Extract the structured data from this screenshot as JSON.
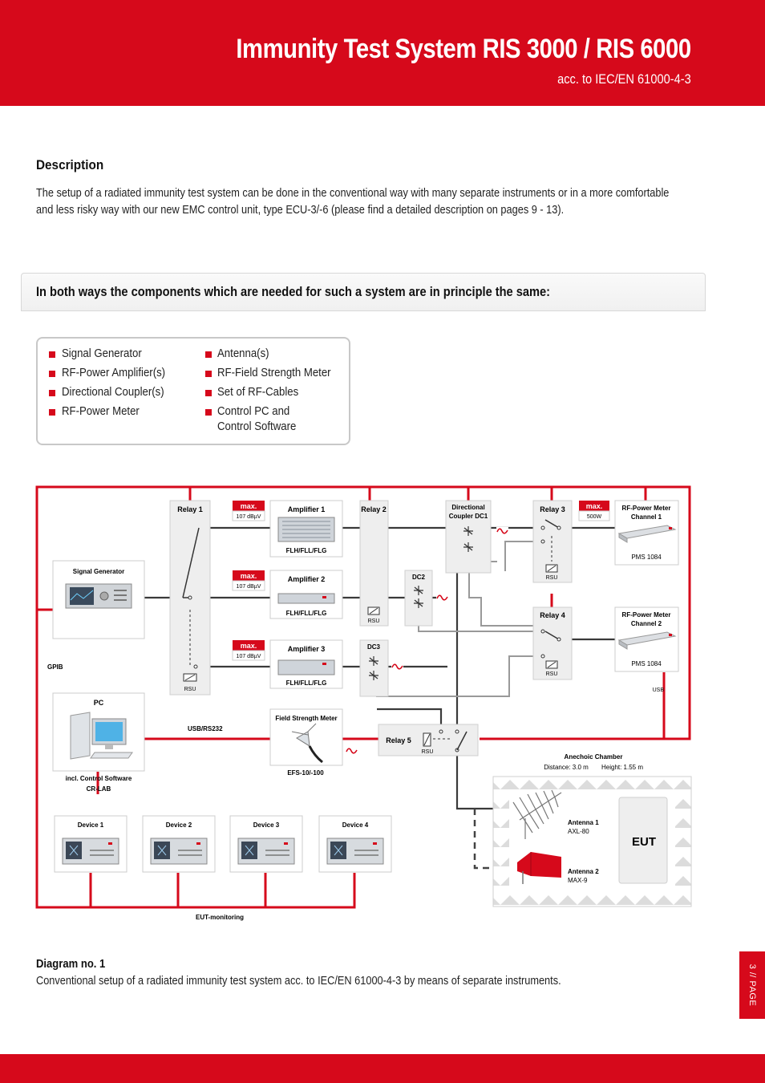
{
  "header": {
    "title": "Immunity Test System RIS 3000 / RIS 6000",
    "subtitle": "acc. to IEC/EN 61000-4-3"
  },
  "description": {
    "heading": "Description",
    "text": "The setup of a radiated immunity test system can be done in the conventional way with many separate instruments or in a more comfortable and less risky way with our new EMC control unit, type ECU-3/-6 (please find a detailed description on pages 9 - 13)."
  },
  "banner": {
    "text": "In both ways the components which are needed for such a system are in principle the same:"
  },
  "components": {
    "left": [
      "Signal Generator",
      "RF-Power Amplifier(s)",
      "Directional Coupler(s)",
      "RF-Power Meter"
    ],
    "right": [
      "Antenna(s)",
      "RF-Field Strength Meter",
      "Set of RF-Cables",
      "Control PC and",
      "Control Software"
    ]
  },
  "diagram": {
    "relay1": "Relay 1",
    "relay2": "Relay 2",
    "relay3": "Relay 3",
    "relay4": "Relay 4",
    "relay5": "Relay 5",
    "rsu": "RSU",
    "max": "max.",
    "max_dbuv": "107 dBµV",
    "max_watt": "500W",
    "amp1": "Amplifier 1",
    "amp2": "Amplifier 2",
    "amp3": "Amplifier 3",
    "amp_model": "FLH/FLL/FLG",
    "coupler": [
      "Directional",
      "Coupler DC1"
    ],
    "dc2": "DC2",
    "dc3": "DC3",
    "pm1": [
      "RF-Power Meter",
      "Channel 1"
    ],
    "pm2": [
      "RF-Power Meter",
      "Channel 2"
    ],
    "pms": "PMS 1084",
    "usb": "USB",
    "sig_gen": "Signal Generator",
    "gpib": "GPIB",
    "pc": "PC",
    "pc_sw": [
      "incl. Control Software",
      "CR-LAB"
    ],
    "usb_rs232": "USB/RS232",
    "fsm": "Field Strength Meter",
    "fsm_model": "EFS-10/-100",
    "devices": [
      "Device 1",
      "Device 2",
      "Device 3",
      "Device 4"
    ],
    "eut_mon": "EUT-monitoring",
    "chamber": "Anechoic Chamber",
    "distance": "Distance: 3.0 m",
    "height": "Height: 1.55 m",
    "ant1": "Antenna 1",
    "ant1_model": "AXL-80",
    "ant2": "Antenna 2",
    "ant2_model": "MAX-9",
    "eut": "EUT"
  },
  "caption": {
    "title": "Diagram no. 1",
    "text": "Conventional setup of a radiated immunity test system acc. to IEC/EN 61000-4-3 by means of separate instruments."
  },
  "page_label": "3 // PAGE",
  "colors": {
    "brand_red": "#d6091b"
  }
}
